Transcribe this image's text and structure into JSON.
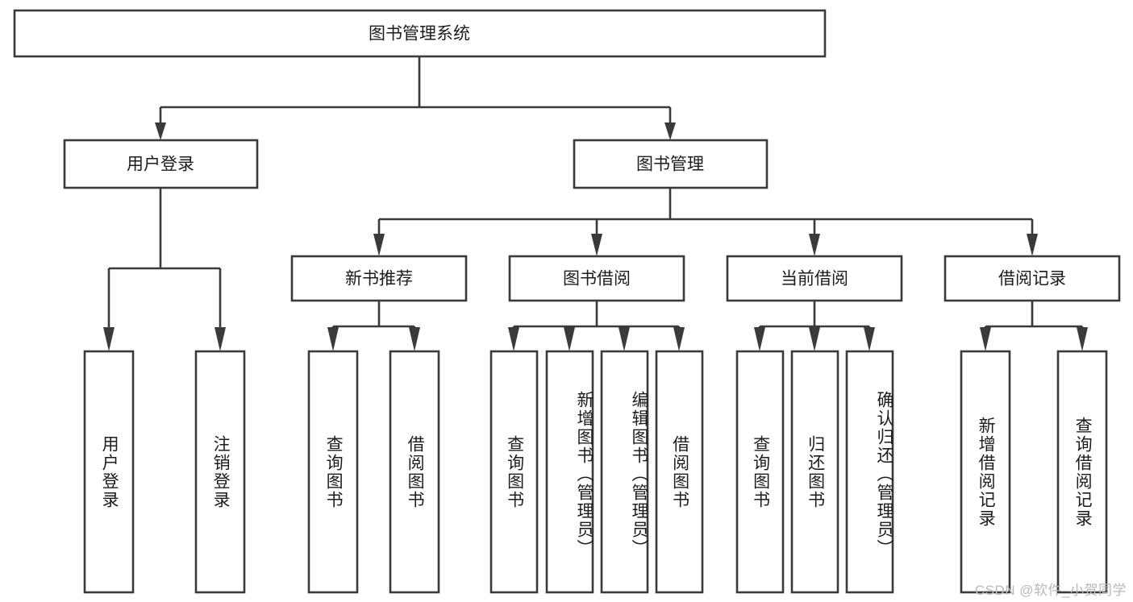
{
  "diagram": {
    "title": "图书管理系统",
    "type": "tree",
    "orientation": "top-down",
    "watermark": "CSDN @软件_小贺同学",
    "colors": {
      "stroke": "#3a3a3a",
      "fill": "#ffffff",
      "text": "#1c1c1c",
      "watermark": "#b9b9b9",
      "background": "#ffffff"
    },
    "levels": {
      "root": "图书管理系统",
      "level2": [
        "用户登录",
        "图书管理"
      ],
      "level3": [
        "新书推荐",
        "图书借阅",
        "当前借阅",
        "借阅记录"
      ]
    },
    "root": {
      "label": "图书管理系统"
    },
    "level2_nodes": [
      {
        "id": "user-login",
        "label": "用户登录"
      },
      {
        "id": "book-manage",
        "label": "图书管理"
      }
    ],
    "level3_nodes": [
      {
        "id": "new-book-recommend",
        "label": "新书推荐"
      },
      {
        "id": "book-borrow",
        "label": "图书借阅"
      },
      {
        "id": "current-borrow",
        "label": "当前借阅"
      },
      {
        "id": "borrow-record",
        "label": "借阅记录"
      }
    ],
    "leaf_nodes": [
      {
        "id": "leaf-user-login",
        "label": "用户登录",
        "parent": "用户登录"
      },
      {
        "id": "leaf-user-logout",
        "label": "注销登录",
        "parent": "用户登录"
      },
      {
        "id": "leaf-query-book-1",
        "label": "查询图书",
        "parent": "新书推荐"
      },
      {
        "id": "leaf-borrow-book-1",
        "label": "借阅图书",
        "parent": "新书推荐"
      },
      {
        "id": "leaf-query-book-2",
        "label": "查询图书",
        "parent": "图书借阅"
      },
      {
        "id": "leaf-add-book",
        "label": "新增图书（管理员）",
        "parent": "图书借阅"
      },
      {
        "id": "leaf-edit-book",
        "label": "编辑图书（管理员）",
        "parent": "图书借阅"
      },
      {
        "id": "leaf-borrow-book-2",
        "label": "借阅图书",
        "parent": "图书借阅"
      },
      {
        "id": "leaf-query-book-3",
        "label": "查询图书",
        "parent": "当前借阅"
      },
      {
        "id": "leaf-return-book",
        "label": "归还图书",
        "parent": "当前借阅"
      },
      {
        "id": "leaf-confirm-return",
        "label": "确认归还（管理员）",
        "parent": "当前借阅"
      },
      {
        "id": "leaf-add-record",
        "label": "新增借阅记录",
        "parent": "借阅记录"
      },
      {
        "id": "leaf-query-record",
        "label": "查询借阅记录",
        "parent": "借阅记录"
      }
    ]
  }
}
